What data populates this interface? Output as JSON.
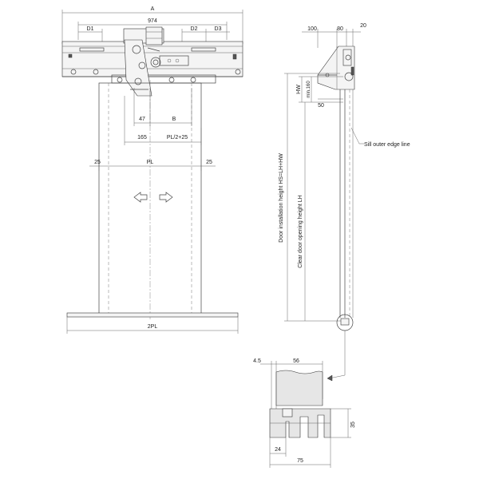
{
  "dimensions": {
    "overall_width": "A",
    "track_length": "974",
    "d1": "D1",
    "d2": "D2",
    "d3": "D3",
    "dim_47": "47",
    "dim_b": "B",
    "dim_165": "165",
    "pl_half": "PL/2+25",
    "pl": "PL",
    "left_25": "25",
    "right_25": "25",
    "two_pl": "2PL",
    "side_100": "100",
    "side_80": "80",
    "side_20": "20",
    "hw": "HW",
    "min160": "min.160",
    "side_50": "50",
    "sill_4_5": "4.5",
    "sill_56": "56",
    "sill_35": "35",
    "sill_24": "24",
    "sill_75": "75"
  },
  "labels": {
    "install_height": "Door installation height  HS=LH+HW",
    "clear_height": "Clear door opening height LH",
    "sill_edge": "Sill outer edge line"
  }
}
